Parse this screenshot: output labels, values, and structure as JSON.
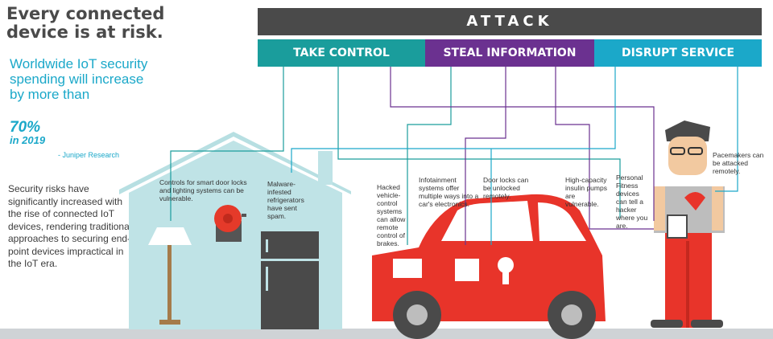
{
  "title": "Every connected device is at risk.",
  "stat": {
    "text": "Worldwide IoT security spending will increase by more than",
    "number": "70%",
    "year": "in 2019",
    "source": "- Juniper Research"
  },
  "body_text": "Security risks have significantly increased with the rise of connected IoT devices, rendering traditional approaches to securing end-point devices impractical in the IoT era.",
  "attack_label": "ATTACK",
  "categories": [
    {
      "label": "TAKE CONTROL",
      "color": "#1a9d9c"
    },
    {
      "label": "STEAL INFORMATION",
      "color": "#6b3190"
    },
    {
      "label": "DISRUPT SERVICE",
      "color": "#1ba8c9"
    }
  ],
  "notes": {
    "smart_home": "Controls for smart door locks and lighting systems can be vulnerable.",
    "fridge": "Malware-infested refrigerators have sent spam.",
    "brakes": "Hacked vehicle-control systems can allow remote control of brakes.",
    "infotainment": "Infotainment systems offer multiple ways into a car's electronics.",
    "door_locks": "Door locks can be unlocked remotely.",
    "insulin": "High-capacity insulin pumps are vulnerable.",
    "fitness": "Personal Fitness devices can tell a hacker where you are.",
    "pacemaker": "Pacemakers can be attacked remotely."
  }
}
